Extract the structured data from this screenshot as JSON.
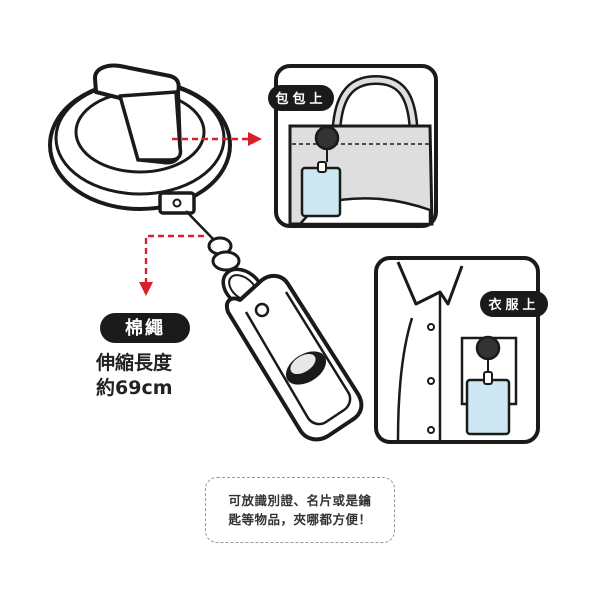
{
  "reel_label": {
    "badge": "棉繩",
    "line1": "伸縮長度",
    "line2": "約69cm"
  },
  "bag_panel": {
    "badge": "包包上"
  },
  "shirt_panel": {
    "badge": "衣服上"
  },
  "note": {
    "line1": "可放識別證、名片或是鑰",
    "line2": "匙等物品，夾哪都方便！"
  },
  "colors": {
    "outline": "#1a1a1a",
    "arrow": "#d9202a",
    "bag_fill": "#dedede",
    "badge_fill": "#1a1a1a"
  }
}
